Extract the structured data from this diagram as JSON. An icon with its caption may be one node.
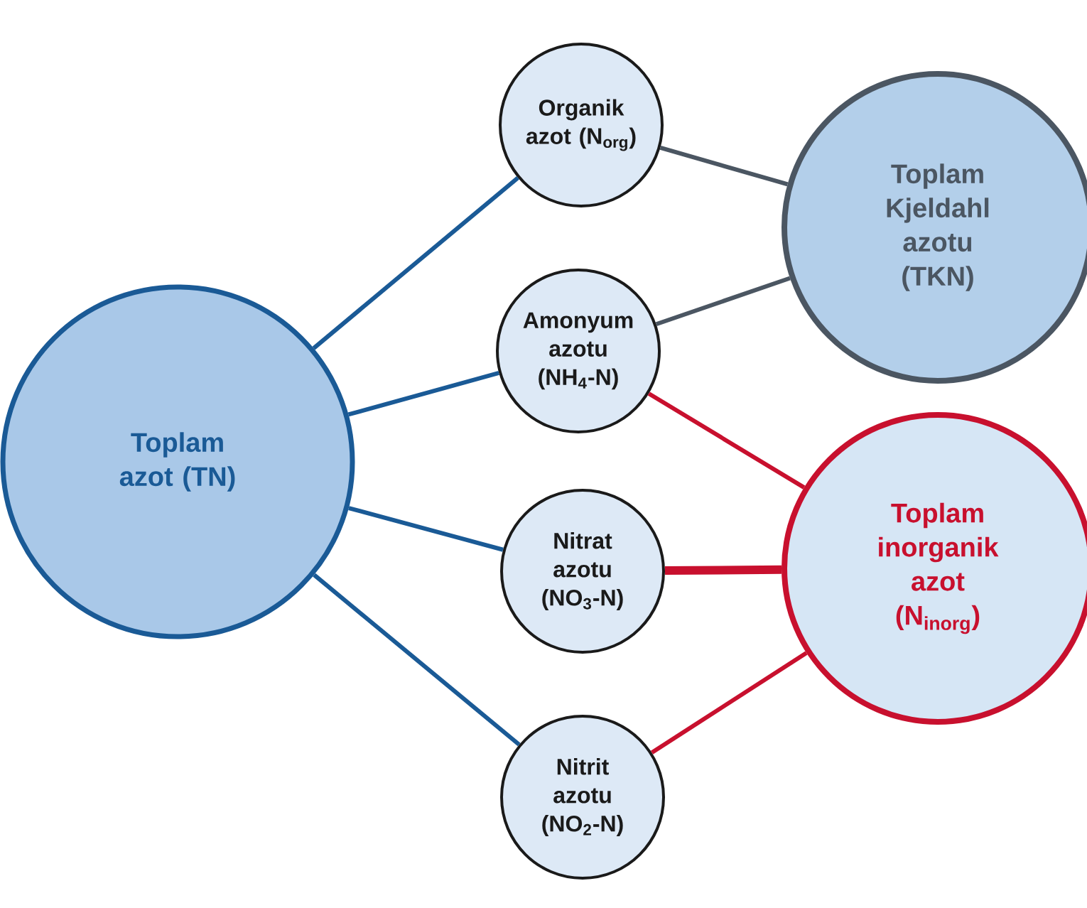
{
  "diagram": {
    "nodes": [
      {
        "text": [
          "Toplam azot (TN)"
        ]
      },
      {
        "text": [
          "Organik azot (N$_{org}$)"
        ]
      },
      {
        "text": [
          "Toplam Kjeldahl azotu (TKN)"
        ]
      },
      {
        "text": [
          "Amonyum azotu (NH$_{4}$-N)"
        ]
      },
      {
        "text": [
          "Nitrat azotu (NO$_{3}$-N)"
        ]
      },
      {
        "text": [
          "Toplam inorganik azot (N$_{inorg}$)"
        ]
      },
      {
        "text": [
          "Nitrit azotu (NO$_{2}$-N)"
        ]
      }
    ],
    "edges": [
      {
        "from": 0,
        "to": 1,
        "arrow": "none"
      },
      {
        "from": 0,
        "to": 3,
        "arrow": "none"
      },
      {
        "from": 0,
        "to": 4,
        "arrow": "none"
      },
      {
        "from": 0,
        "to": 6,
        "arrow": "none"
      },
      {
        "from": 1,
        "to": 2,
        "arrow": "none",
        "color": "#4b5662"
      },
      {
        "from": 3,
        "to": 2,
        "arrow": "none",
        "color": "#4b5662"
      },
      {
        "from": 3,
        "to": 5,
        "arrow": "none",
        "color": "#c8102e"
      },
      {
        "from": 4,
        "to": 5,
        "arrow": "none",
        "color": "#c8102e",
        "style": "thick"
      },
      {
        "from": 6,
        "to": 5,
        "arrow": "none",
        "color": "#c8102e"
      }
    ]
  }
}
